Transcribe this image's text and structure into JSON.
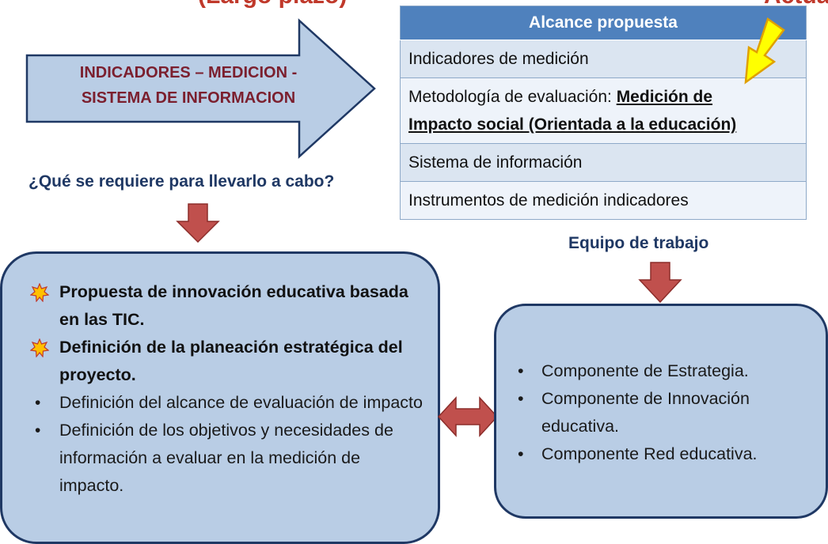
{
  "header": {
    "title_partial": "(Largo plazo)",
    "right_partial": "Actual"
  },
  "arrow": {
    "line1": "INDICADORES – MEDICION -",
    "line2": "SISTEMA DE INFORMACION"
  },
  "question": "¿Qué se requiere para llevarlo a cabo?",
  "team_label": "Equipo de trabajo",
  "scope_table": {
    "header": "Alcance  propuesta",
    "rows": [
      "Indicadores de medición",
      "Metodología de evaluación: ",
      "Sistema de información",
      "Instrumentos de medición indicadores"
    ],
    "row2_emphasis_line1": "Medición de",
    "row2_emphasis_line2": "Impacto social (Orientada a la educación)"
  },
  "left_box": {
    "items": [
      {
        "type": "star",
        "text": "Propuesta de innovación educativa basada en las TIC."
      },
      {
        "type": "star",
        "text": "Definición de la planeación estratégica del proyecto."
      },
      {
        "type": "bullet",
        "text": "Definición del alcance de evaluación de impacto"
      },
      {
        "type": "bullet",
        "text": "Definición de los objetivos y necesidades de información a evaluar en la medición de impacto."
      }
    ]
  },
  "right_box": {
    "items": [
      "Componente de Estrategia.",
      "Componente de Innovación educativa.",
      "Componente Red educativa."
    ]
  },
  "colors": {
    "arrow_fill": "#b9cde5",
    "arrow_text": "#7b1f2e",
    "heading_blue": "#1f3864",
    "down_arrow": "#c0504d",
    "table_header": "#4f81bd",
    "highlight_arrow": "#ffff00",
    "star": "#ffc000"
  }
}
